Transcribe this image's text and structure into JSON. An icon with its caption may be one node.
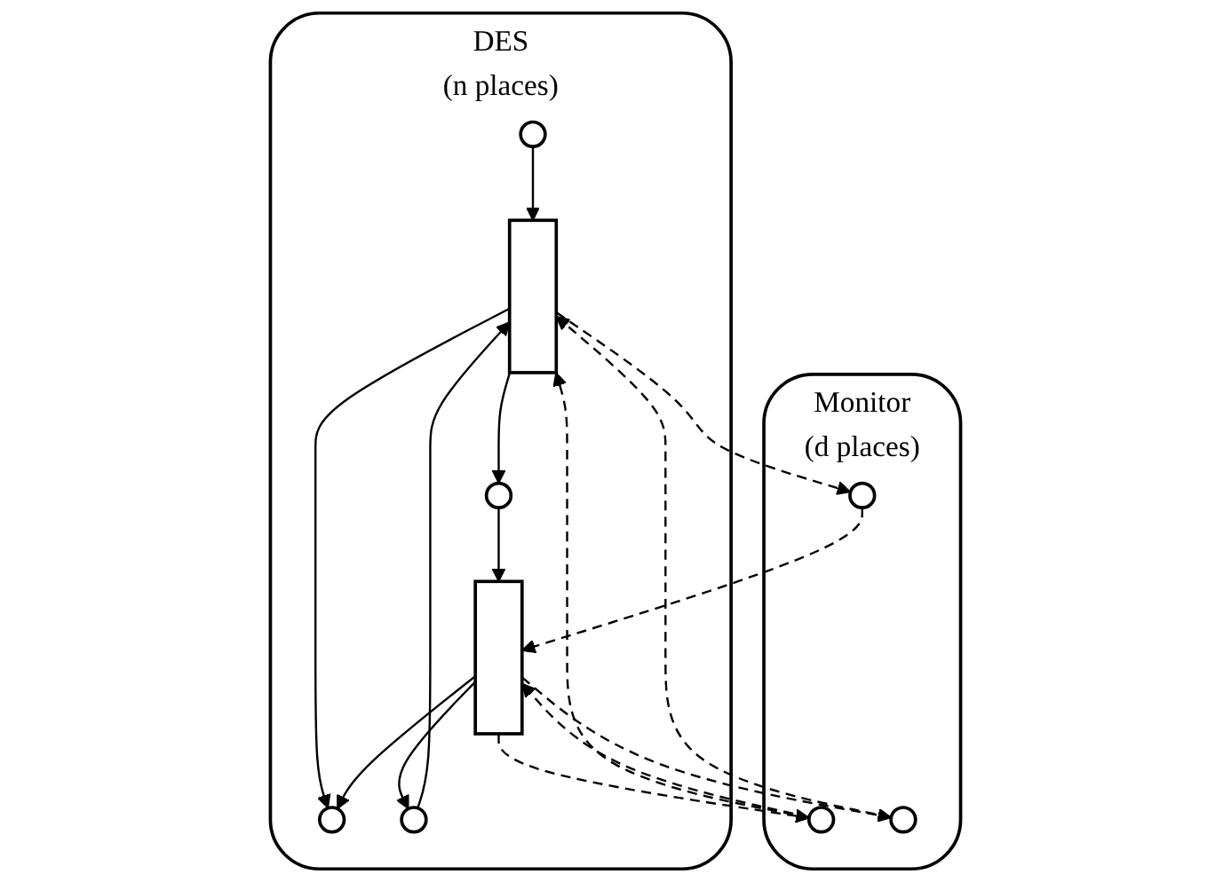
{
  "diagram": {
    "nodes": [
      {
        "text": [
          "DES",
          "(n places)"
        ]
      },
      {
        "text": [],
        "shape": "circle",
        "in": 0
      },
      {
        "text": [],
        "shape": "bar",
        "in": 0
      },
      {
        "text": [],
        "shape": "circle",
        "in": 0
      },
      {
        "text": [],
        "shape": "circle",
        "in": 0
      },
      {
        "text": [],
        "shape": "bar",
        "in": 0
      },
      {
        "text": [],
        "shape": "circle",
        "in": 0
      },
      {
        "text": [
          "Monitor",
          "(d places)"
        ]
      },
      {
        "text": [],
        "shape": "circle",
        "in": 7
      },
      {
        "text": [],
        "shape": "circle",
        "in": 7
      },
      {
        "text": [],
        "shape": "circle",
        "in": 7
      }
    ],
    "edges": [
      {
        "from": 1,
        "to": 2,
        "arrow": "to"
      },
      {
        "from": 2,
        "to": 3,
        "arrow": "to"
      },
      {
        "from": 2,
        "to": 4,
        "arrow": "to"
      },
      {
        "from": 4,
        "to": 5,
        "arrow": "to"
      },
      {
        "from": 5,
        "to": 6,
        "arrow": "to"
      },
      {
        "from": 5,
        "to": 3,
        "arrow": "to"
      },
      {
        "from": 6,
        "to": 2,
        "arrow": "to"
      },
      {
        "from": 8,
        "to": 2,
        "arrow": "to",
        "style": "dashed"
      },
      {
        "from": 10,
        "to": 2,
        "arrow": "to",
        "style": "dashed"
      },
      {
        "from": 2,
        "to": 9,
        "arrow": "to",
        "style": "dashed"
      },
      {
        "from": 8,
        "to": 5,
        "arrow": "to",
        "style": "dashed"
      },
      {
        "from": 9,
        "to": 5,
        "arrow": "to",
        "style": "dashed"
      },
      {
        "from": 5,
        "to": 8,
        "arrow": "to",
        "style": "dashed"
      },
      {
        "from": 5,
        "to": 10,
        "arrow": "to",
        "style": "dashed"
      }
    ]
  }
}
